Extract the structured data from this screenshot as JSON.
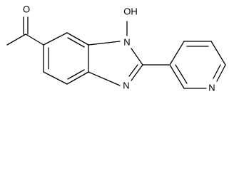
{
  "molecule": {
    "atom_labels": {
      "ketone_oxygen": "O",
      "hydroxyl": "OH",
      "imidazole_n1": "N",
      "imidazole_n3": "N",
      "pyridine_n": "N"
    },
    "colors": {
      "bond": "#000000",
      "label": "#000000",
      "background": "#ffffff"
    }
  }
}
